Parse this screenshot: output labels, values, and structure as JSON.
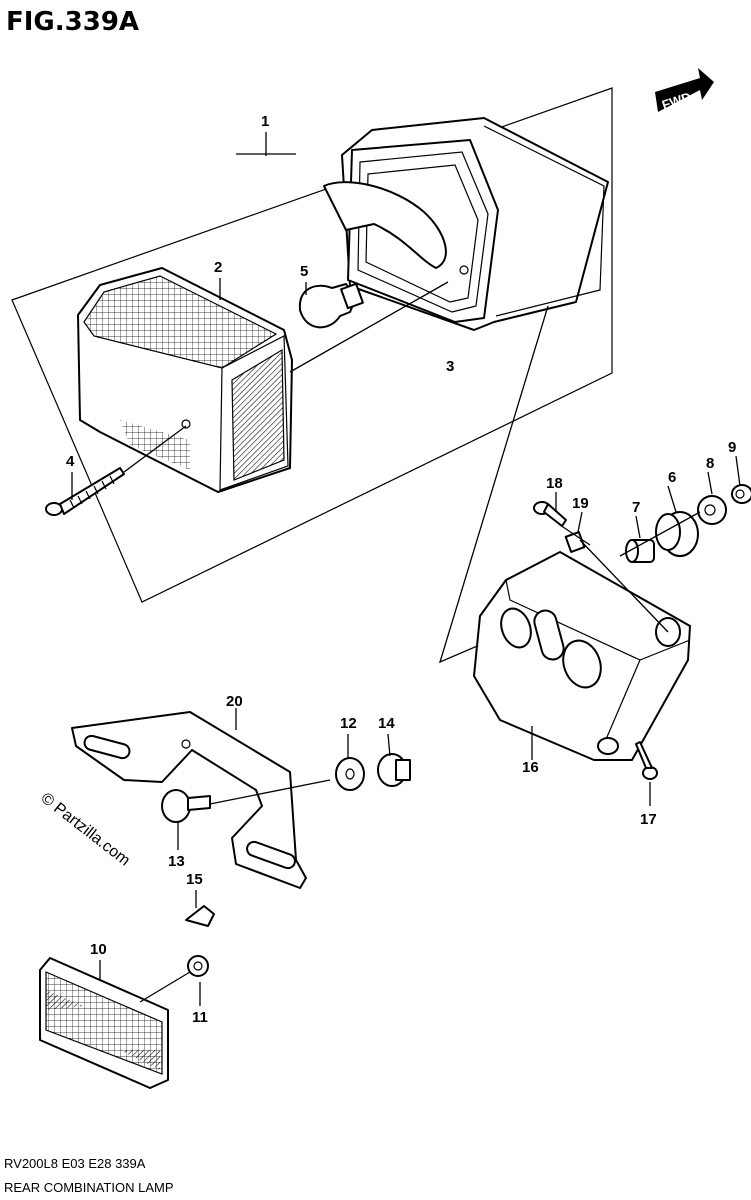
{
  "figure": {
    "title": "FIG.339A",
    "direction_label": "FWD",
    "watermark": "© Partzilla.com",
    "footer_line1": "RV200L8  E03  E28  339A",
    "footer_line2": "REAR COMBINATION LAMP"
  },
  "callouts": [
    {
      "id": "1",
      "label": "1"
    },
    {
      "id": "2",
      "label": "2"
    },
    {
      "id": "3",
      "label": "3"
    },
    {
      "id": "4",
      "label": "4"
    },
    {
      "id": "5",
      "label": "5"
    },
    {
      "id": "6",
      "label": "6"
    },
    {
      "id": "7",
      "label": "7"
    },
    {
      "id": "8",
      "label": "8"
    },
    {
      "id": "9",
      "label": "9"
    },
    {
      "id": "10",
      "label": "10"
    },
    {
      "id": "11",
      "label": "11"
    },
    {
      "id": "12",
      "label": "12"
    },
    {
      "id": "13",
      "label": "13"
    },
    {
      "id": "14",
      "label": "14"
    },
    {
      "id": "15",
      "label": "15"
    },
    {
      "id": "16",
      "label": "16"
    },
    {
      "id": "17",
      "label": "17"
    },
    {
      "id": "18",
      "label": "18"
    },
    {
      "id": "19",
      "label": "19"
    },
    {
      "id": "20",
      "label": "20"
    }
  ]
}
